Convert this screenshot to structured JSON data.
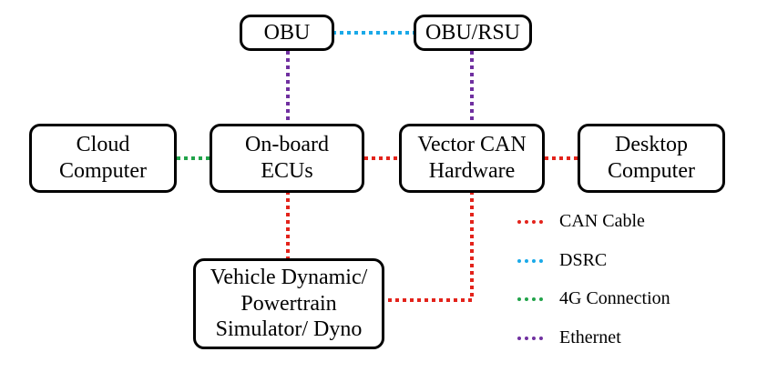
{
  "diagram": {
    "nodes": {
      "obu": {
        "lines": [
          "OBU"
        ]
      },
      "obu_rsu": {
        "lines": [
          "OBU/RSU"
        ]
      },
      "cloud": {
        "lines": [
          "Cloud",
          "Computer"
        ]
      },
      "ecus": {
        "lines": [
          "On-board",
          "ECUs"
        ]
      },
      "vector": {
        "lines": [
          "Vector CAN",
          "Hardware"
        ]
      },
      "desktop": {
        "lines": [
          "Desktop",
          "Computer"
        ]
      },
      "vehicle": {
        "lines": [
          "Vehicle Dynamic/",
          "Powertrain",
          "Simulator/ Dyno"
        ]
      }
    },
    "links": [
      {
        "from": "obu",
        "to": "obu_rsu",
        "type": "dsrc"
      },
      {
        "from": "obu",
        "to": "ecus",
        "type": "ethernet"
      },
      {
        "from": "obu_rsu",
        "to": "vector",
        "type": "ethernet"
      },
      {
        "from": "cloud",
        "to": "ecus",
        "type": "4g"
      },
      {
        "from": "ecus",
        "to": "vector",
        "type": "can"
      },
      {
        "from": "vector",
        "to": "desktop",
        "type": "can"
      },
      {
        "from": "ecus",
        "to": "vehicle",
        "type": "can"
      },
      {
        "from": "vector",
        "to": "vehicle",
        "type": "can"
      }
    ],
    "legend": [
      {
        "type": "can",
        "label": "CAN Cable",
        "color": "#e3231b"
      },
      {
        "type": "dsrc",
        "label": "DSRC",
        "color": "#1aa9e8"
      },
      {
        "type": "4g",
        "label": "4G Connection",
        "color": "#21a34a"
      },
      {
        "type": "ethernet",
        "label": "Ethernet",
        "color": "#7030a0"
      }
    ]
  }
}
